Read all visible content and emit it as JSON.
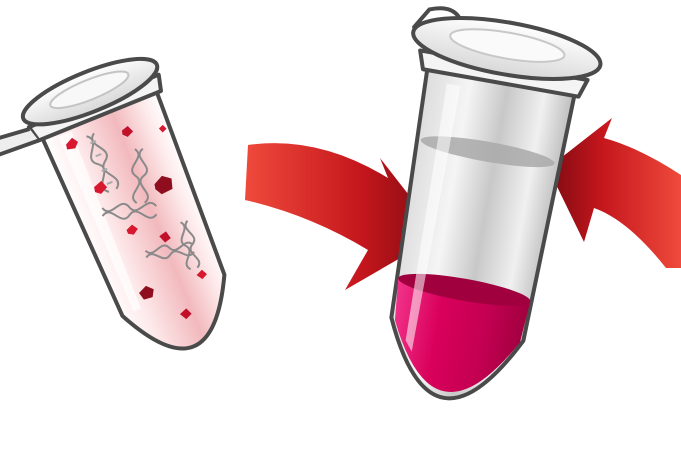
{
  "illustration": {
    "left_tube": {
      "icon": "microcentrifuge-tube-with-sample",
      "contents": [
        "dna-double-helix",
        "protein-fragment"
      ],
      "dna_count": 5,
      "fragment_count": 10
    },
    "arrows": {
      "icon": "curved-arrow",
      "count": 2,
      "direction": "into-right-tube"
    },
    "right_tube": {
      "icon": "microcentrifuge-tube-with-liquid",
      "contents": [
        "liquid"
      ]
    }
  },
  "colors": {
    "outline": "#4a4a4a",
    "cap_fill": "#f4f4f4",
    "cap_shadow": "#d0d0d0",
    "tube_glass": "#eeeeee",
    "sample_pink": "#f2b9bd",
    "sample_pink_light": "#fde9ea",
    "fragment_red": "#d8182f",
    "fragment_dark": "#8e0e1f",
    "dna_gray": "#8a8a8a",
    "liquid_magenta": "#d9005b",
    "liquid_dark": "#a1003f",
    "arrow_red": "#e8262a",
    "arrow_dark": "#7d0a12"
  }
}
